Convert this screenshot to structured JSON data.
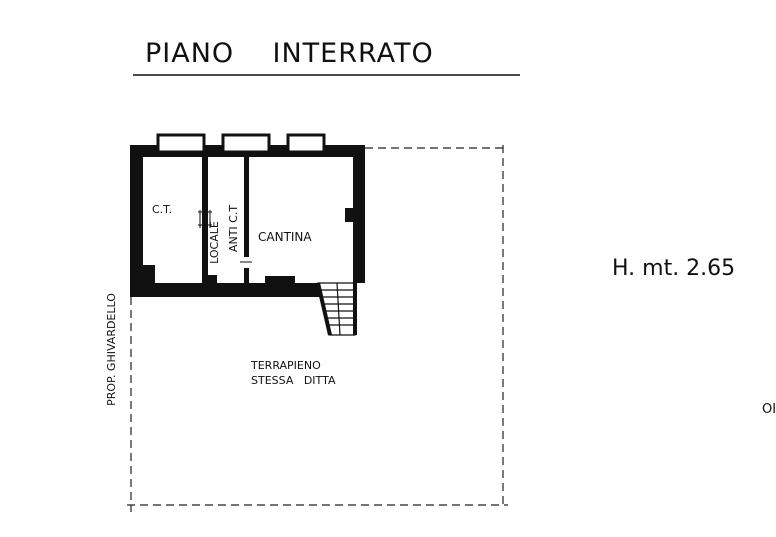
{
  "title": "PIANO    INTERRATO",
  "height_label": "H. mt. 2.65",
  "cut_text": "OI",
  "neighbor_label": "PROP. GHIVARDELLO",
  "rooms": {
    "ct": "C.T.",
    "locale": "LOCALE",
    "anti_ct": "ANTI C.T",
    "cantina": "CANTINA"
  },
  "terrapieno": [
    "TERRAPIENO",
    "STESSA   DITTA"
  ],
  "colors": {
    "ink": "#111111",
    "paper": "#ffffff"
  }
}
